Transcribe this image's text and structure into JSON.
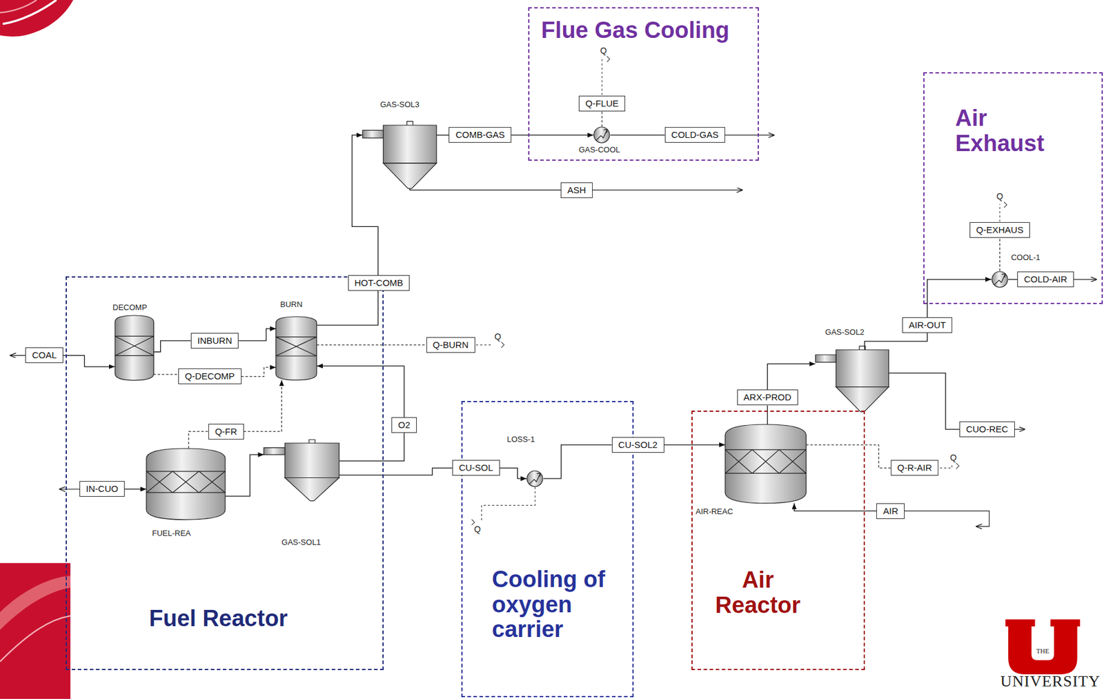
{
  "diagram": {
    "nodes": [
      {
        "text": [
          "Flue Gas Cooling"
        ]
      },
      {
        "text": [
          "GAS-SOL3"
        ]
      },
      {
        "text": [
          "COMB-GAS"
        ]
      },
      {
        "text": [
          "Q-FLUE"
        ],
        "in": 0
      },
      {
        "text": [
          "GAS-COOL"
        ],
        "in": 0
      },
      {
        "text": [
          "COLD-GAS"
        ],
        "in": 0
      },
      {
        "text": [
          "ASH"
        ]
      },
      {
        "text": [
          "Air Exhaust"
        ]
      },
      {
        "text": [
          "Q-EXHAUS"
        ],
        "in": 7
      },
      {
        "text": [
          "COOL-1"
        ],
        "in": 7
      },
      {
        "text": [
          "COLD-AIR"
        ],
        "in": 7
      },
      {
        "text": [
          "Fuel Reactor"
        ]
      },
      {
        "text": [
          "HOT-COMB"
        ]
      },
      {
        "text": [
          "DECOMP"
        ],
        "in": 11
      },
      {
        "text": [
          "BURN"
        ],
        "in": 11
      },
      {
        "text": [
          "COAL"
        ]
      },
      {
        "text": [
          "INBURN"
        ],
        "in": 11
      },
      {
        "text": [
          "Q-DECOMP"
        ],
        "in": 11
      },
      {
        "text": [
          "Q-BURN"
        ]
      },
      {
        "text": [
          "Q-FR"
        ],
        "in": 11
      },
      {
        "text": [
          "FUEL-REA"
        ],
        "in": 11
      },
      {
        "text": [
          "IN-CUO"
        ],
        "in": 11
      },
      {
        "text": [
          "GAS-SOL1"
        ],
        "in": 11
      },
      {
        "text": [
          "O2"
        ]
      },
      {
        "text": [
          "AIR-OUT"
        ]
      },
      {
        "text": [
          "GAS-SOL2"
        ]
      },
      {
        "text": [
          "ARX-PROD"
        ]
      },
      {
        "text": [
          "CUO-REC"
        ]
      },
      {
        "text": [
          "Cooling of oxygen carrier"
        ]
      },
      {
        "text": [
          "LOSS-1"
        ],
        "in": 28
      },
      {
        "text": [
          "CU-SOL"
        ]
      },
      {
        "text": [
          "CU-SOL2"
        ]
      },
      {
        "text": [
          "Air Reactor"
        ]
      },
      {
        "text": [
          "AIR-REAC"
        ],
        "in": 32
      },
      {
        "text": [
          "Q-R-AIR"
        ]
      },
      {
        "text": [
          "AIR"
        ]
      }
    ],
    "edges": [
      {
        "from": 15,
        "to": 13,
        "arrow": "to"
      },
      {
        "from": 13,
        "to": 16,
        "arrow": "none"
      },
      {
        "from": 16,
        "to": 14,
        "arrow": "to"
      },
      {
        "from": 13,
        "to": 17,
        "arrow": "none"
      },
      {
        "from": 17,
        "to": 14,
        "arrow": "to"
      },
      {
        "from": 14,
        "to": 18,
        "arrow": "none"
      },
      {
        "from": 14,
        "to": 12,
        "arrow": "none"
      },
      {
        "from": 12,
        "to": 1,
        "arrow": "to"
      },
      {
        "from": 1,
        "to": 2,
        "arrow": "none"
      },
      {
        "from": 2,
        "to": 4,
        "arrow": "to"
      },
      {
        "from": 4,
        "to": 5,
        "arrow": "none"
      },
      {
        "from": 4,
        "to": 3,
        "arrow": "none"
      },
      {
        "from": 1,
        "to": 6,
        "arrow": "none"
      },
      {
        "from": 21,
        "to": 20,
        "arrow": "to"
      },
      {
        "from": 20,
        "to": 19,
        "arrow": "none"
      },
      {
        "from": 19,
        "to": 14,
        "arrow": "to"
      },
      {
        "from": 20,
        "to": 22,
        "arrow": "to"
      },
      {
        "from": 22,
        "to": 23,
        "arrow": "none"
      },
      {
        "from": 23,
        "to": 14,
        "arrow": "to"
      },
      {
        "from": 22,
        "to": 30,
        "arrow": "none"
      },
      {
        "from": 30,
        "to": 29,
        "arrow": "to"
      },
      {
        "from": 29,
        "to": 31,
        "arrow": "none"
      },
      {
        "from": 31,
        "to": 33,
        "arrow": "to"
      },
      {
        "from": 35,
        "to": 33,
        "arrow": "to"
      },
      {
        "from": 33,
        "to": 34,
        "arrow": "none"
      },
      {
        "from": 33,
        "to": 26,
        "arrow": "none"
      },
      {
        "from": 26,
        "to": 25,
        "arrow": "to"
      },
      {
        "from": 25,
        "to": 24,
        "arrow": "none"
      },
      {
        "from": 24,
        "to": 9,
        "arrow": "to"
      },
      {
        "from": 9,
        "to": 10,
        "arrow": "none"
      },
      {
        "from": 9,
        "to": 8,
        "arrow": "none"
      },
      {
        "from": 25,
        "to": 27,
        "arrow": "none"
      }
    ],
    "labels": [
      "Q",
      "Q",
      "Q",
      "Q",
      "Q",
      "THE",
      "UNIVERSITY"
    ]
  }
}
